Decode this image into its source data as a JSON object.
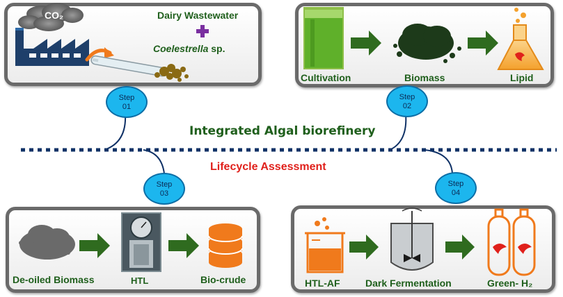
{
  "panels": {
    "p1": {
      "co2": "CO₂",
      "line1": "Dairy Wastewater",
      "plus": "+",
      "species": "Coelestrella",
      "species_suffix": " sp."
    },
    "p2": {
      "cultivation": "Cultivation",
      "biomass": "Biomass",
      "lipid": "Lipid"
    },
    "p3": {
      "deoiled": "De-oiled Biomass",
      "htl": "HTL",
      "biocrude": "Bio-crude"
    },
    "p4": {
      "htlaf": "HTL-AF",
      "dark": "Dark Fermentation",
      "green": "Green- H₂"
    }
  },
  "steps": [
    {
      "word": "Step",
      "num": "01"
    },
    {
      "word": "Step",
      "num": "02"
    },
    {
      "word": "Step",
      "num": "03"
    },
    {
      "word": "Step",
      "num": "04"
    }
  ],
  "center": {
    "top_title": "Integrated Algal biorefinery",
    "bottom_title": "Lifecycle Assessment"
  },
  "colors": {
    "panel_border": "#6a6a6a",
    "arrow": "#2f6b1f",
    "step_fill": "#1cb6ee",
    "divider": "#0f3166",
    "title_green": "#1f5f1c",
    "title_red": "#e0201b",
    "orange": "#f07a1c",
    "purple": "#7a2fa0"
  }
}
